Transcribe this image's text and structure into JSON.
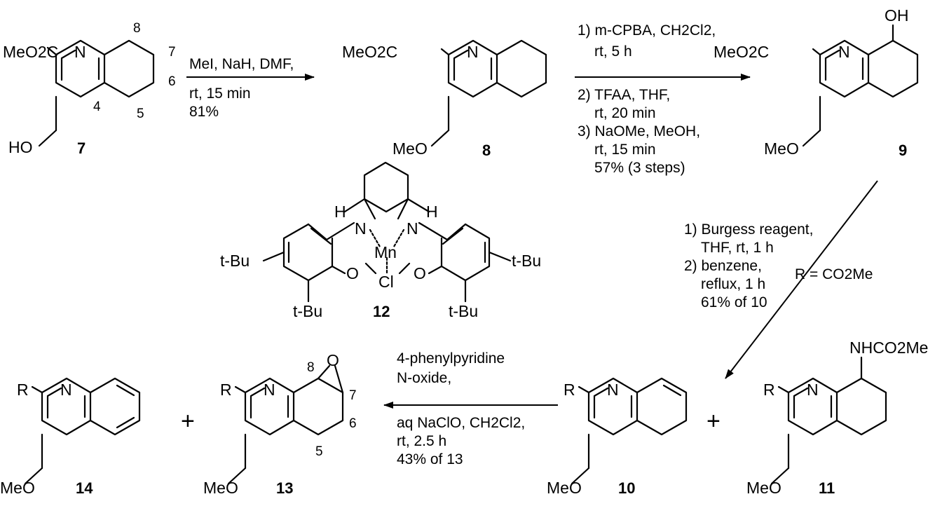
{
  "compounds": {
    "c7": {
      "number": "7",
      "ester": "MeO2C",
      "sub4": "HO",
      "pos8": "8",
      "pos7": "7",
      "pos6": "6",
      "pos5": "5",
      "pos4": "4"
    },
    "c8": {
      "number": "8",
      "ester": "MeO2C",
      "sub4": "MeO"
    },
    "c9": {
      "number": "9",
      "ester": "MeO2C",
      "sub4": "MeO",
      "oh": "OH"
    },
    "c10": {
      "number": "10",
      "r": "R",
      "sub4": "MeO"
    },
    "c11": {
      "number": "11",
      "r": "R",
      "sub4": "MeO",
      "nh": "NHCO2Me"
    },
    "c12": {
      "number": "12",
      "metal": "Mn",
      "halide": "Cl",
      "tbu": "t-Bu",
      "h": "H",
      "n": "N",
      "o": "O"
    },
    "c13": {
      "number": "13",
      "r": "R",
      "sub4": "MeO",
      "epox_o": "O",
      "pos8": "8",
      "pos7": "7",
      "pos6": "6",
      "pos5": "5"
    },
    "c14": {
      "number": "14",
      "r": "R",
      "sub4": "MeO"
    }
  },
  "ring_n": "N",
  "r_definition": "R = CO2Me",
  "plus": "+",
  "arrows": {
    "step1": {
      "lines": [
        "MeI, NaH, DMF,",
        "rt, 15 min",
        "81%"
      ]
    },
    "step2": {
      "lines": [
        "1) m-CPBA, CH2Cl2,",
        "rt, 5 h",
        "2) TFAA, THF,",
        "rt, 20 min",
        "3) NaOMe, MeOH,",
        "rt, 15 min",
        "57% (3 steps)"
      ]
    },
    "step3": {
      "lines": [
        "1) Burgess reagent,",
        "THF, rt, 1 h",
        "2) benzene,",
        "reflux, 1 h",
        "61% of 10"
      ]
    },
    "step4": {
      "lines": [
        "4-phenylpyridine",
        "N-oxide,",
        "aq NaClO, CH2Cl2,",
        "rt, 2.5 h",
        "43% of 13"
      ]
    }
  }
}
